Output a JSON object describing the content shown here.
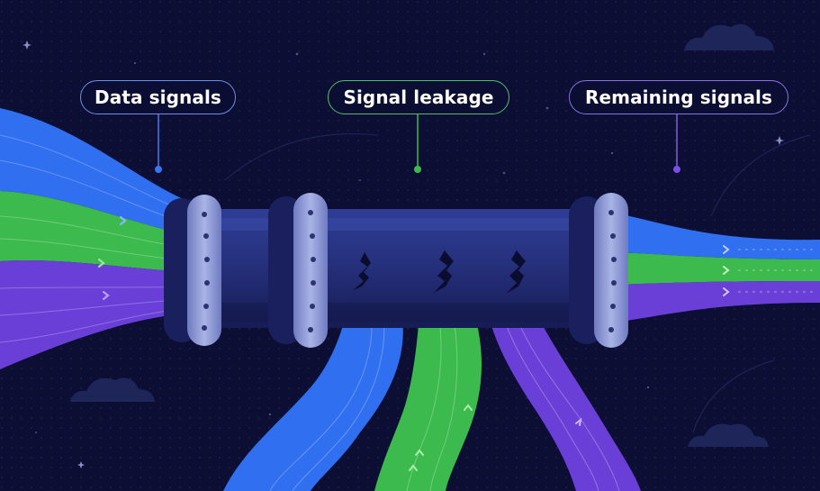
{
  "labels": {
    "data_signals": "Data signals",
    "signal_leakage": "Signal leakage",
    "remaining_signals": "Remaining signals"
  },
  "colors": {
    "background": "#0c0e33",
    "blue_stream": "#2f6ff0",
    "green_stream": "#3dba4e",
    "purple_stream": "#6a3fd8",
    "pipe": "#2a3585",
    "flange": "#9aa6dc"
  },
  "icons": [
    "cloud-icon",
    "sparkle-icon",
    "crack-icon",
    "chevron-arrow-icon"
  ]
}
